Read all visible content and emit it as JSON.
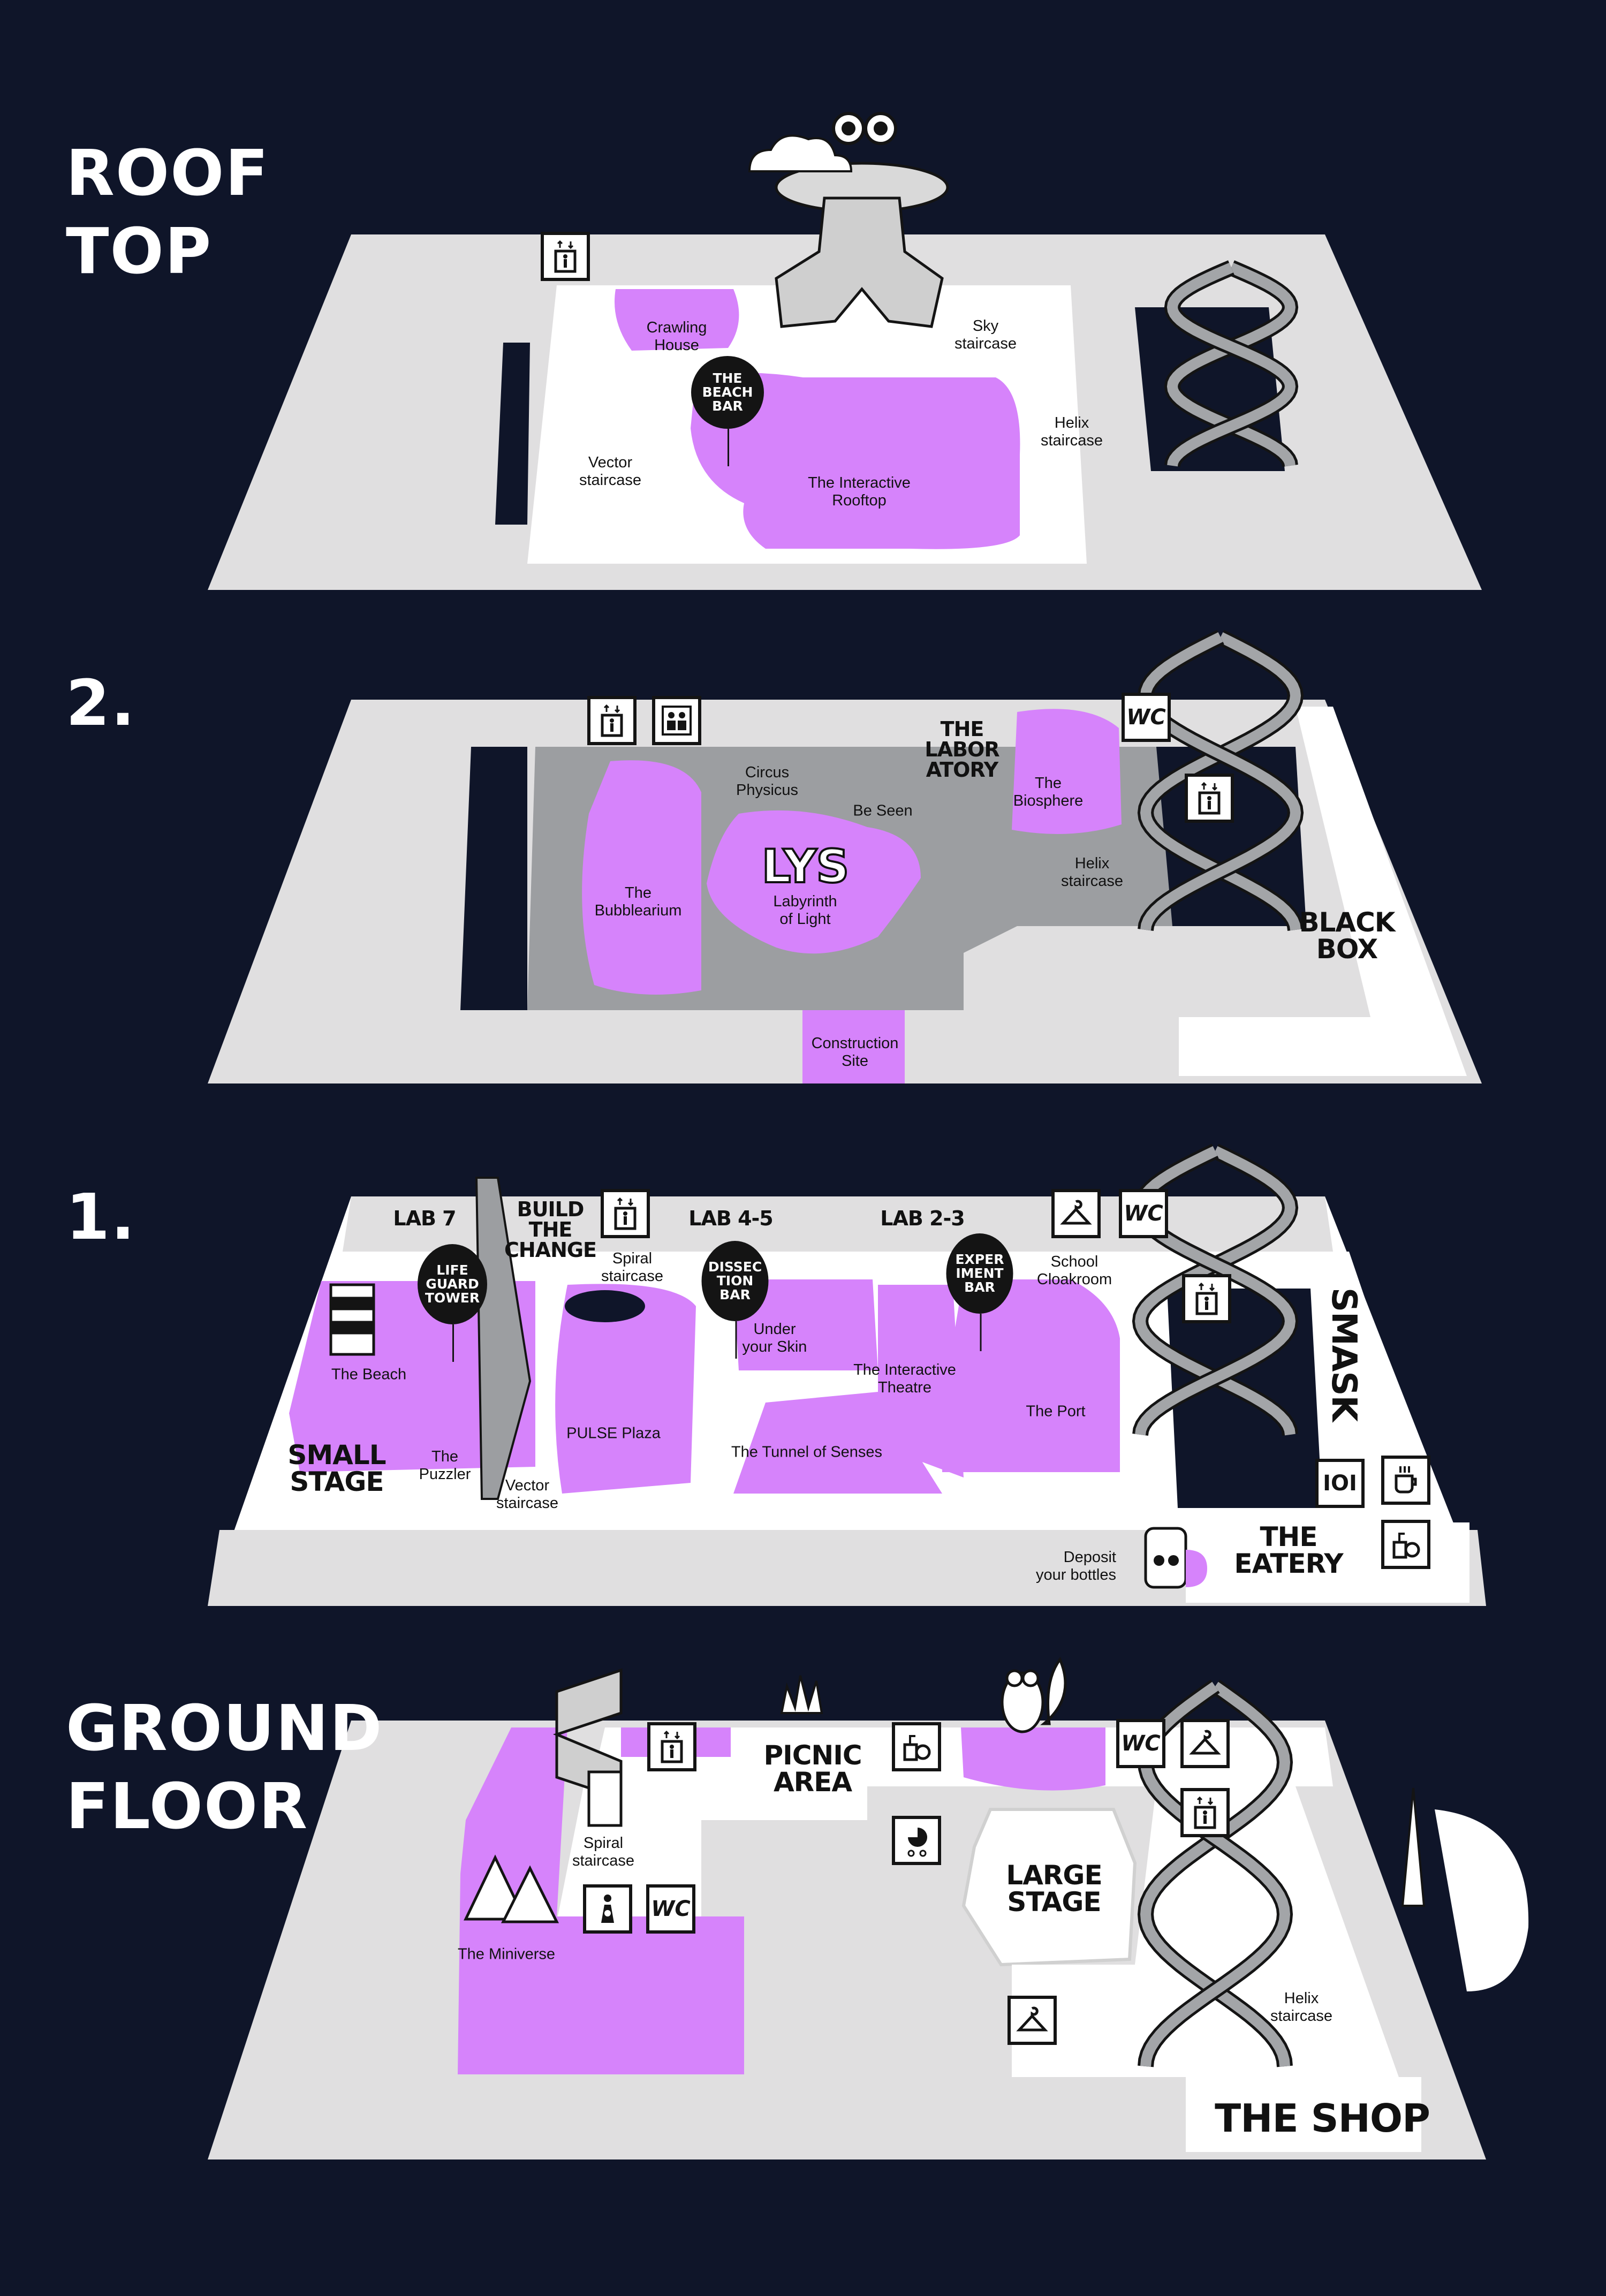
{
  "colors": {
    "background": "#0f1529",
    "floor_gray": "#e0dfe0",
    "mid_gray": "#9c9ea1",
    "activity_purple": "#d683fb",
    "white": "#ffffff",
    "ink": "#141414"
  },
  "roof": {
    "title": "ROOF\nTOP",
    "crawling_house": "Crawling\nHouse",
    "beach_bar": "THE\nBEACH\nBAR",
    "interactive_rooftop": "The Interactive\nRooftop",
    "sky_staircase": "Sky\nstaircase",
    "helix_staircase": "Helix\nstaircase",
    "vector_staircase": "Vector\nstaircase"
  },
  "floor2": {
    "title": "2.",
    "circus_physicus": "Circus\nPhysicus",
    "be_seen": "Be Seen",
    "laboratory": "THE\nLABOR\nATORY",
    "wc": "WC",
    "biosphere": "The\nBiosphere",
    "helix_staircase": "Helix\nstaircase",
    "black_box": "BLACK\nBOX",
    "bubblearium": "The\nBubblearium",
    "lys": "LYS",
    "labyrinth": "Labyrinth\nof Light",
    "construction_site": "Construction\nSite"
  },
  "floor1": {
    "title": "1.",
    "lab7": "LAB 7",
    "build_the_change": "BUILD\nTHE\nCHANGE",
    "lab45": "LAB 4-5",
    "lab23": "LAB 2-3",
    "wc": "WC",
    "spiral_staircase": "Spiral\nstaircase",
    "lifeguard_tower": "LIFE\nGUARD\nTOWER",
    "dissection_bar": "DISSEC\nTION\nBAR",
    "experiment_bar": "EXPER\nIMENT\nBAR",
    "school_cloakroom": "School\nCloakroom",
    "smask": "SMASK",
    "the_beach": "The Beach",
    "under_your_skin": "Under\nyour Skin",
    "interactive_theatre": "The Interactive\nTheatre",
    "the_port": "The Port",
    "pulse_plaza": "PULSE Plaza",
    "tunnel_of_senses": "The Tunnel of Senses",
    "small_stage": "SMALL\nSTAGE",
    "the_puzzler": "The\nPuzzler",
    "vector_staircase": "Vector\nstaircase",
    "eatery": "THE\nEATERY",
    "deposit_bottles": "Deposit\nyour bottles",
    "menu_icon_text": "IOI"
  },
  "ground": {
    "title": "GROUND\nFLOOR",
    "picnic_area": "PICNIC\nAREA",
    "wc": "WC",
    "wc2": "WC",
    "spiral_staircase": "Spiral\nstaircase",
    "large_stage": "LARGE\nSTAGE",
    "miniverse": "The Miniverse",
    "helix_staircase": "Helix\nstaircase",
    "the_shop": "THE SHOP"
  }
}
